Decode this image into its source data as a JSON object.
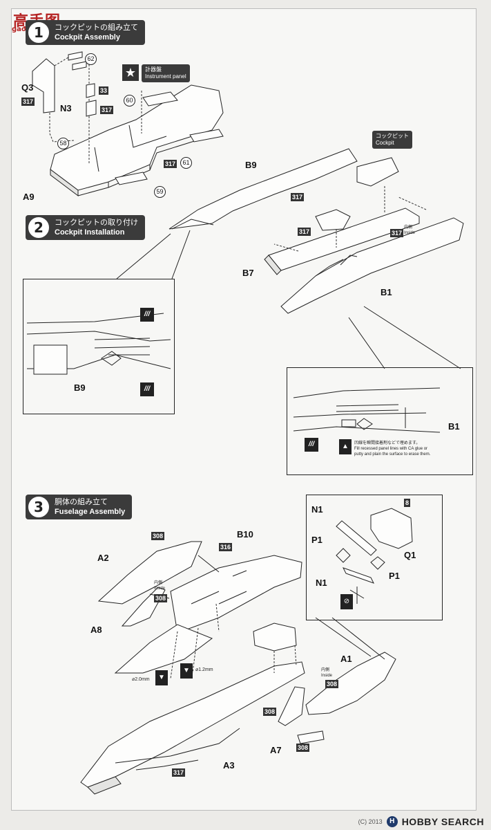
{
  "watermark": {
    "title": "高手图",
    "url": "gao-shou.com"
  },
  "steps": [
    {
      "num": "1",
      "jp": "コックピットの組み立て",
      "en": "Cockpit Assembly"
    },
    {
      "num": "2",
      "jp": "コックピットの取り付け",
      "en": "Cockpit Installation"
    },
    {
      "num": "3",
      "jp": "胴体の組み立て",
      "en": "Fuselage Assembly"
    }
  ],
  "badges": {
    "instrument_panel": {
      "jp": "計器盤",
      "en": "Instrument panel"
    },
    "cockpit": {
      "jp": "コックピット",
      "en": "Cockpit"
    }
  },
  "parts": {
    "q3": "Q3",
    "n3": "N3",
    "a9": "A9",
    "b9": "B9",
    "b7": "B7",
    "b1": "B1",
    "b9_detail": "B9",
    "b1_detail": "B1",
    "a2": "A2",
    "a8": "A8",
    "b10": "B10",
    "a3": "A3",
    "a1": "A1",
    "a7": "A7",
    "n1_top": "N1",
    "p1_left": "P1",
    "p1_right": "P1",
    "n1_bottom": "N1",
    "q1": "Q1"
  },
  "codes": {
    "c317_q3": "317",
    "c33": "33",
    "c317_n3": "317",
    "c317_a9": "317",
    "c317_b9": "317",
    "c317_b7": "317",
    "c317_b1": "317",
    "c308_a2": "308",
    "c316": "316",
    "c308_a8": "308",
    "c317_a3": "317",
    "c308_a1": "308",
    "c308_a7": "308",
    "c308_bottom": "308",
    "c8": "8"
  },
  "decals": {
    "d62": "62",
    "d60": "60",
    "d58": "58",
    "d61": "61",
    "d59": "59"
  },
  "notes": {
    "inside_b1": {
      "jp": "内側",
      "en": "Inside"
    },
    "inside_a8": {
      "jp": "内側",
      "en": "Inside"
    },
    "inside_a1": {
      "jp": "内側",
      "en": "Inside"
    },
    "fill_panel": {
      "jp": "凹線を瞬間接着剤などで埋めます。",
      "en1": "Fill recessed panel lines with CA glue or",
      "en2": "putty and plain the surface to erase them."
    }
  },
  "drills": {
    "d2": "⌀2.0mm",
    "d12": "⌀1.2mm"
  },
  "footer": {
    "copyright": "(C) 2013",
    "brand": "HOBBY SEARCH"
  }
}
